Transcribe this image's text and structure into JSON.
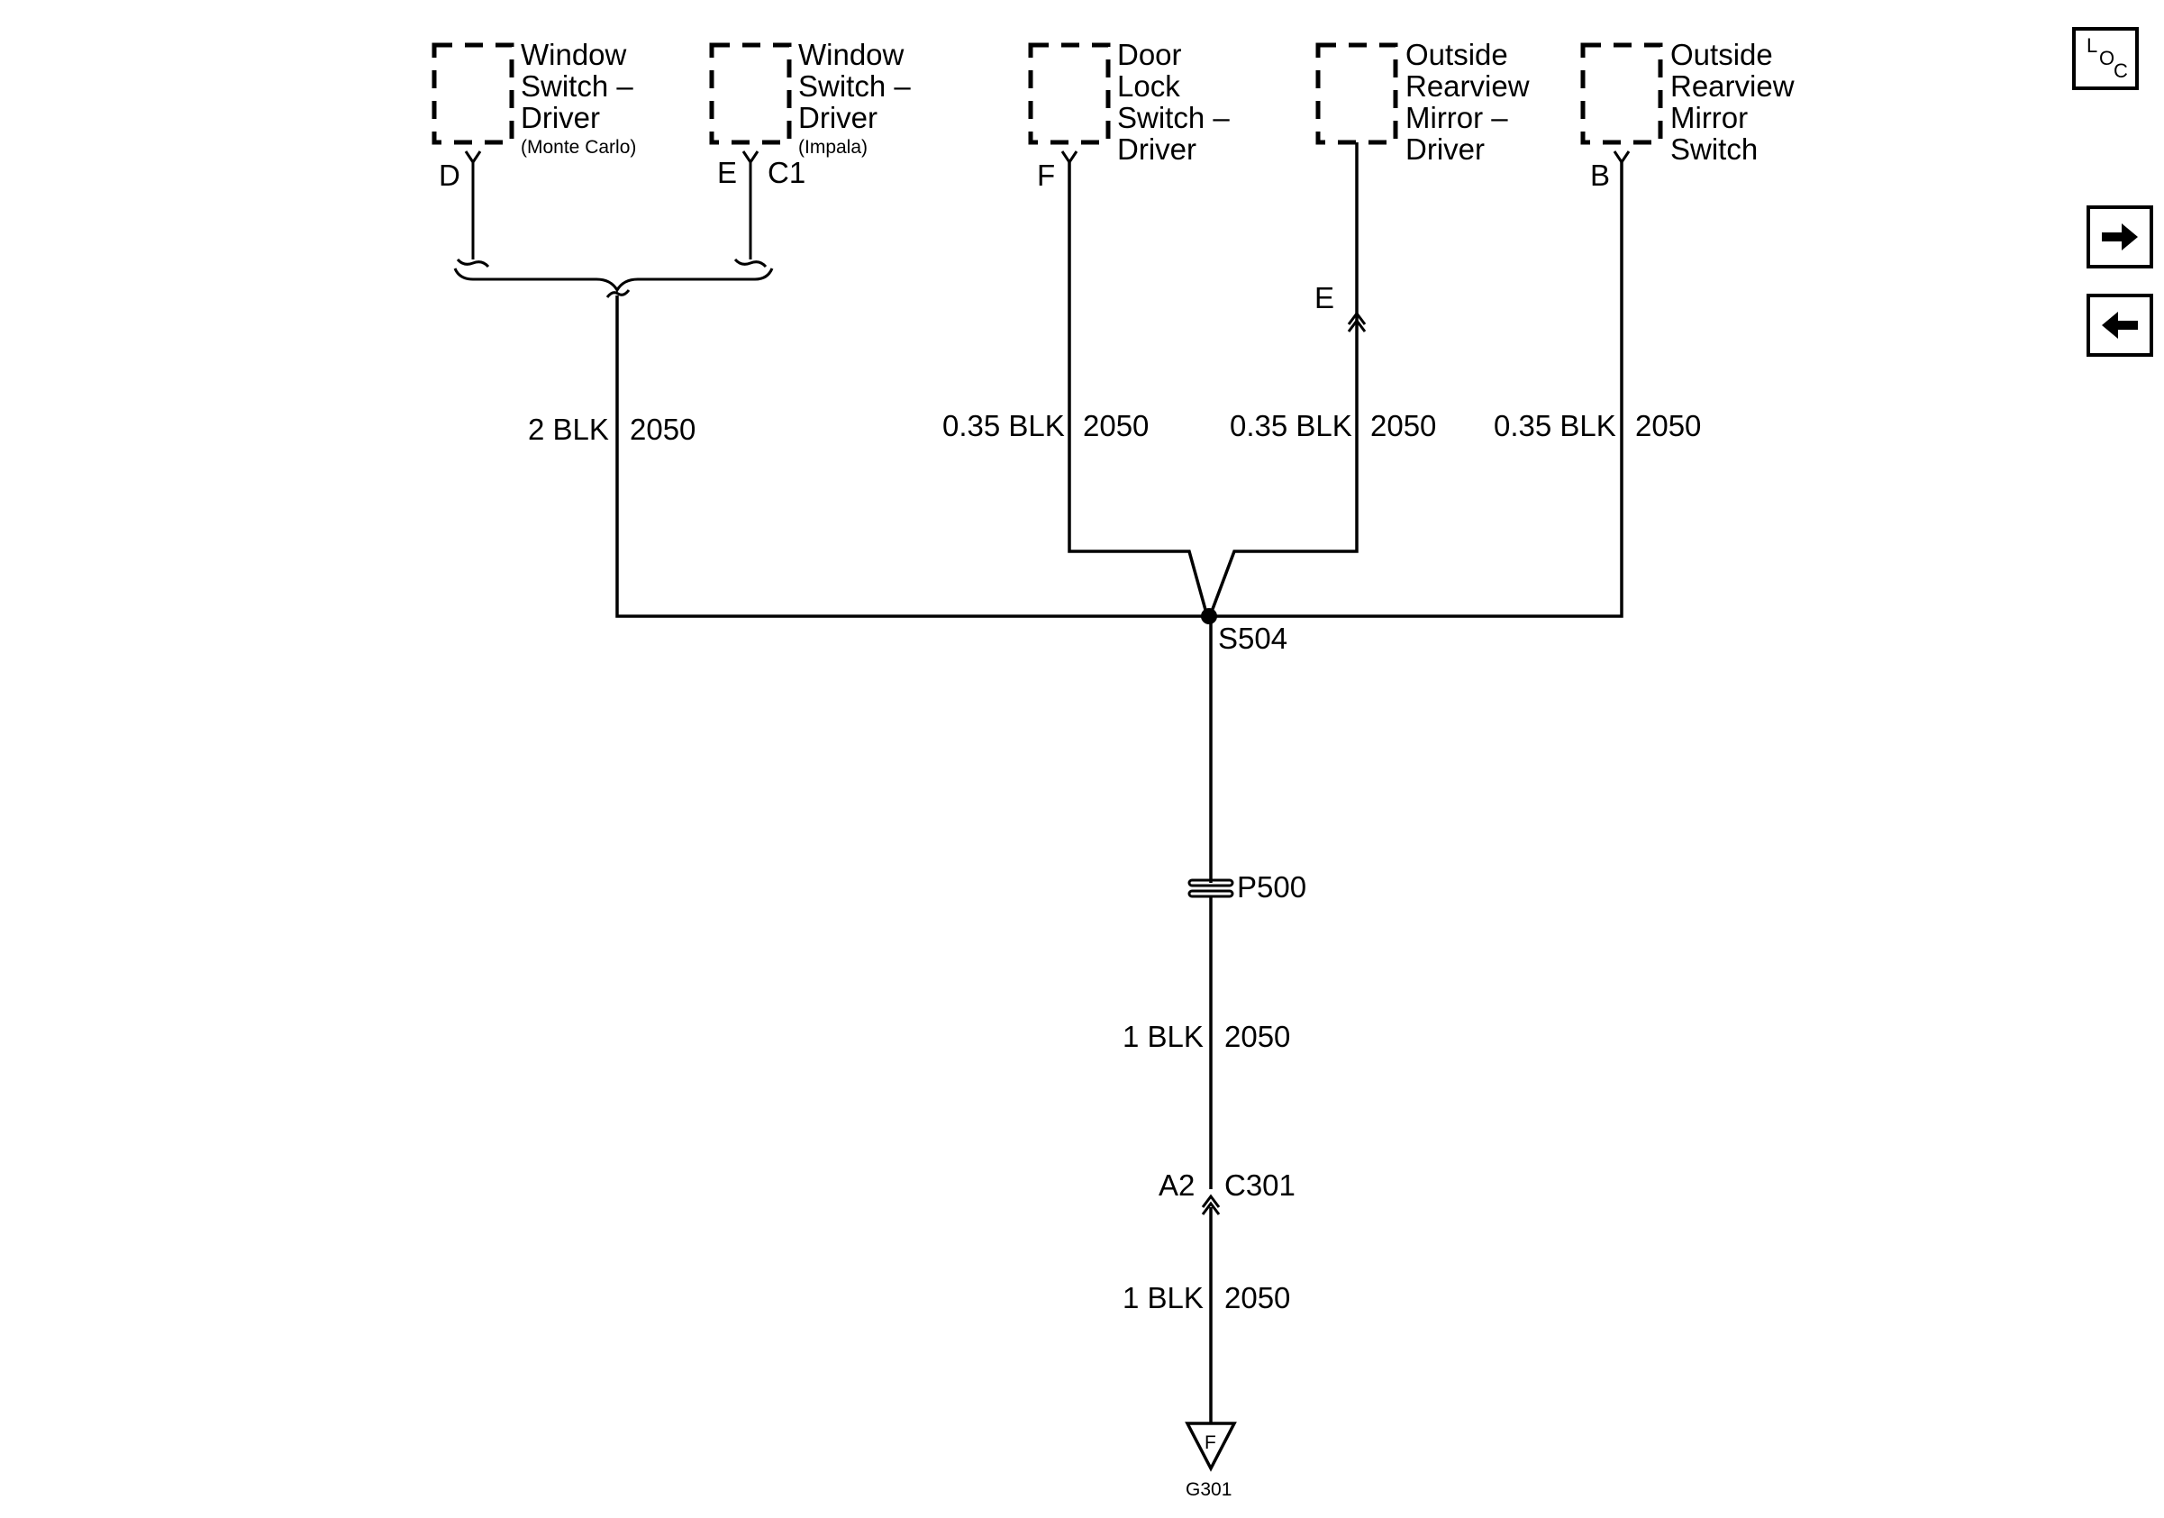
{
  "components": {
    "ws_mc": {
      "lines": [
        "Window",
        "Switch –",
        "Driver"
      ],
      "sub": "(Monte Carlo)",
      "pin": "D"
    },
    "ws_imp": {
      "lines": [
        "Window",
        "Switch –",
        "Driver"
      ],
      "sub": "(Impala)",
      "pin": "E",
      "connector": "C1"
    },
    "door_lock": {
      "lines": [
        "Door",
        "Lock",
        "Switch –",
        "Driver"
      ],
      "pin": "F"
    },
    "mirror": {
      "lines": [
        "Outside",
        "Rearview",
        "Mirror –",
        "Driver"
      ],
      "pin": "E"
    },
    "mirror_switch": {
      "lines": [
        "Outside",
        "Rearview",
        "Mirror",
        "Switch"
      ],
      "pin": "B"
    }
  },
  "wires": {
    "left": {
      "size": "2 BLK",
      "circuit": "2050"
    },
    "door": {
      "size": "0.35 BLK",
      "circuit": "2050"
    },
    "mirror": {
      "size": "0.35 BLK",
      "circuit": "2050"
    },
    "switch": {
      "size": "0.35 BLK",
      "circuit": "2050"
    },
    "trunk_upper": {
      "size": "1 BLK",
      "circuit": "2050"
    },
    "trunk_lower": {
      "size": "1 BLK",
      "circuit": "2050"
    }
  },
  "splice": "S504",
  "pass_through": "P500",
  "connector": {
    "pin": "A2",
    "name": "C301"
  },
  "ground": {
    "letter": "F",
    "name": "G301"
  },
  "nav": {
    "loc_top": "L",
    "loc_mid": "O",
    "loc_bottom": "C",
    "next_icon": "arrow-right",
    "prev_icon": "arrow-left"
  }
}
